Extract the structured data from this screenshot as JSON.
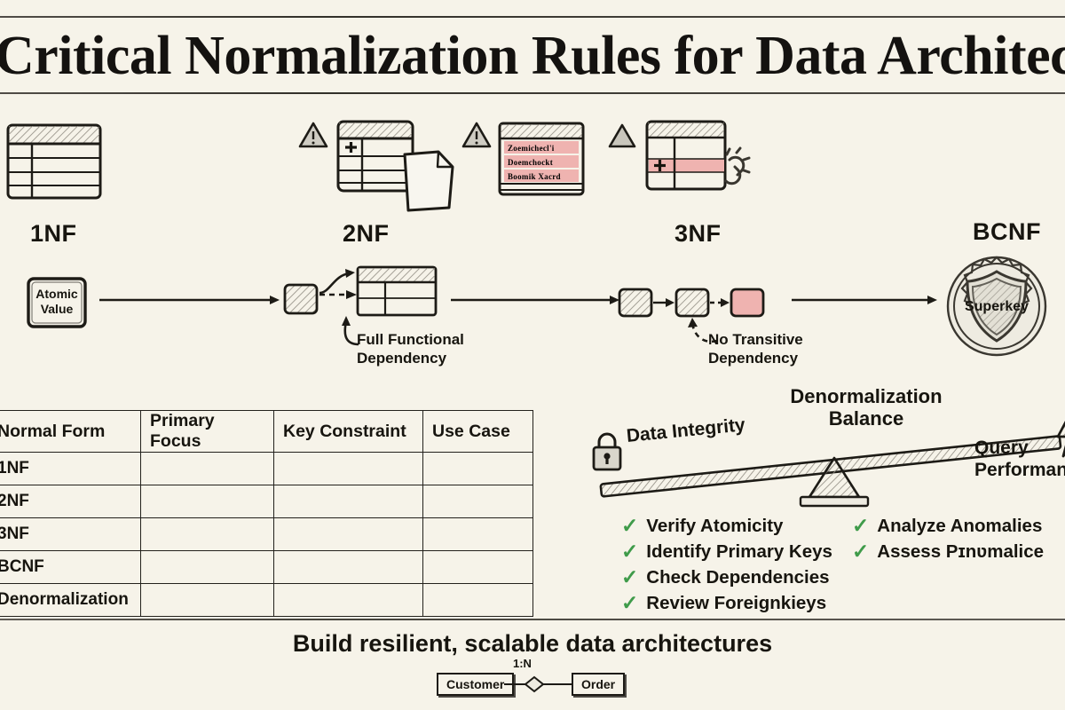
{
  "page": {
    "title": "Critical Normalization Rules for Data Architects",
    "tagline": "Build resilient, scalable data architectures",
    "background_color": "#f6f3e9",
    "ink_color": "#17150f",
    "accent_red": "#efb3b0",
    "accent_green": "#3f9b4a"
  },
  "stages": [
    {
      "label": "1NF",
      "icon": "table-icon"
    },
    {
      "label": "2NF",
      "icon": "table-plus-document-icon"
    },
    {
      "label": "3NF",
      "icon": "table-broken-link-icon"
    },
    {
      "label": "BCNF",
      "icon": "shield-badge-icon"
    }
  ],
  "flow": {
    "start_box": {
      "line1": "Atomic",
      "line2": "Value"
    },
    "annotation_2nf": {
      "line1": "Full Functional",
      "line2": "Dependency"
    },
    "annotation_3nf": {
      "line1": "No Transitive",
      "line2": "Dependency"
    },
    "shield_label": "Superkey"
  },
  "comparison_table": {
    "headers": [
      "Normal Form",
      "Primary Focus",
      "Key Constraint",
      "Use Case"
    ],
    "rows": [
      {
        "normal_form": "1NF",
        "primary_focus": "",
        "key_constraint": "",
        "use_case": ""
      },
      {
        "normal_form": "2NF",
        "primary_focus": "",
        "key_constraint": "",
        "use_case": ""
      },
      {
        "normal_form": "3NF",
        "primary_focus": "",
        "key_constraint": "",
        "use_case": ""
      },
      {
        "normal_form": "BCNF",
        "primary_focus": "",
        "key_constraint": "",
        "use_case": ""
      },
      {
        "normal_form": "Denormalization",
        "primary_focus": "",
        "key_constraint": "",
        "use_case": ""
      }
    ]
  },
  "balance": {
    "title_line1": "Denormalization",
    "title_line2": "Balance",
    "left_label": "Data Integrity",
    "left_icon": "padlock-icon",
    "right_label_line1": "Query",
    "right_label_line2": "Performance",
    "right_icon": "lightning-bolt-icon"
  },
  "checklist": {
    "column_left": [
      "Verify Atomicity",
      "Identify Primary Keys",
      "Check Dependencies",
      "Review Foreignkieys"
    ],
    "column_right": [
      "Analyze Anomalies",
      "Assess Pɪnʋmalice"
    ]
  },
  "er_diagram": {
    "left_entity": "Customer",
    "right_entity": "Order",
    "cardinality": "1:N",
    "connector": "diamond-relationship-icon"
  },
  "sketch_text_rows": {
    "row1": "Zoemichecl'i",
    "row2": "Doemchockt",
    "row3": "Boomik Xacrd"
  }
}
